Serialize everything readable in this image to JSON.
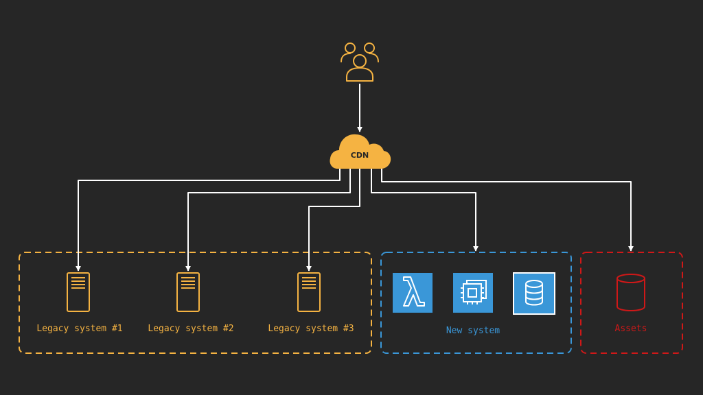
{
  "colors": {
    "background": "#262626",
    "legacy": "#f5b342",
    "new_system": "#3a97d8",
    "assets": "#d01818",
    "connector": "#ffffff",
    "cdn_fill": "#f5b342",
    "cdn_text": "#262626"
  },
  "users": {
    "icon": "users-group-icon"
  },
  "cdn": {
    "label": "CDN",
    "icon": "cloud-icon"
  },
  "groups": {
    "legacy": {
      "systems": [
        {
          "label": "Legacy system #1",
          "icon": "server-icon"
        },
        {
          "label": "Legacy system #2",
          "icon": "server-icon"
        },
        {
          "label": "Legacy system #3",
          "icon": "server-icon"
        }
      ]
    },
    "new_system": {
      "label": "New system",
      "icons": [
        "lambda-icon",
        "compute-chip-icon",
        "database-icon"
      ]
    },
    "assets": {
      "label": "Assets",
      "icon": "storage-bucket-icon"
    }
  }
}
